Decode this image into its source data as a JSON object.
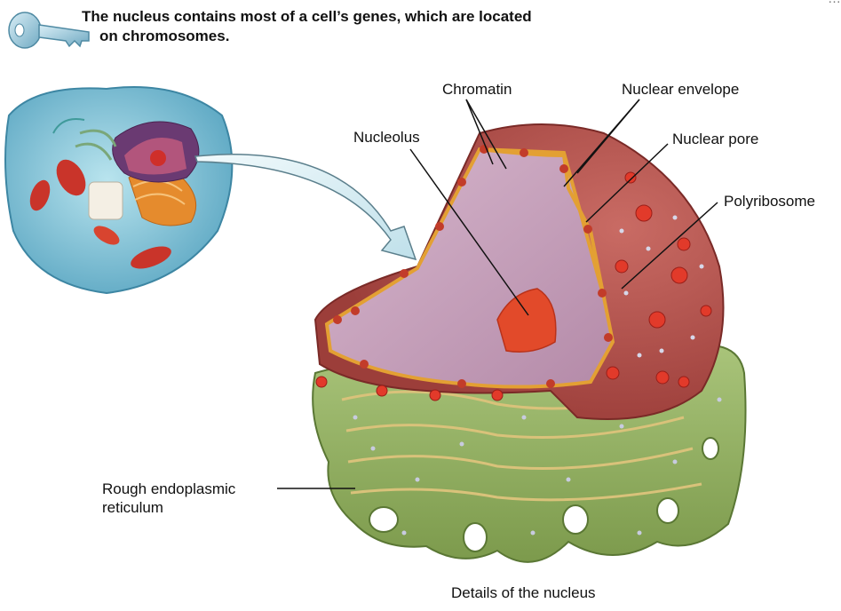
{
  "key_concept": {
    "line1": "The nucleus contains most of a cell’s genes, which are located",
    "line2": "on chromosomes."
  },
  "corner_fragment": "…",
  "labels": {
    "chromatin": "Chromatin",
    "nuclear_envelope": "Nuclear envelope",
    "nucleolus": "Nucleolus",
    "nuclear_pore": "Nuclear pore",
    "polyribosome": "Polyribosome",
    "rough_er_line1": "Rough endoplasmic",
    "rough_er_line2": "reticulum"
  },
  "caption": "Details of the nucleus",
  "colors": {
    "nucleus_outer": "#b5504a",
    "nucleus_inner": "#c7a3bd",
    "envelope_line": "#e3a033",
    "nucleolus": "#e24a2a",
    "er": "#8fae5f",
    "cell_body": "#8fc9d8"
  }
}
